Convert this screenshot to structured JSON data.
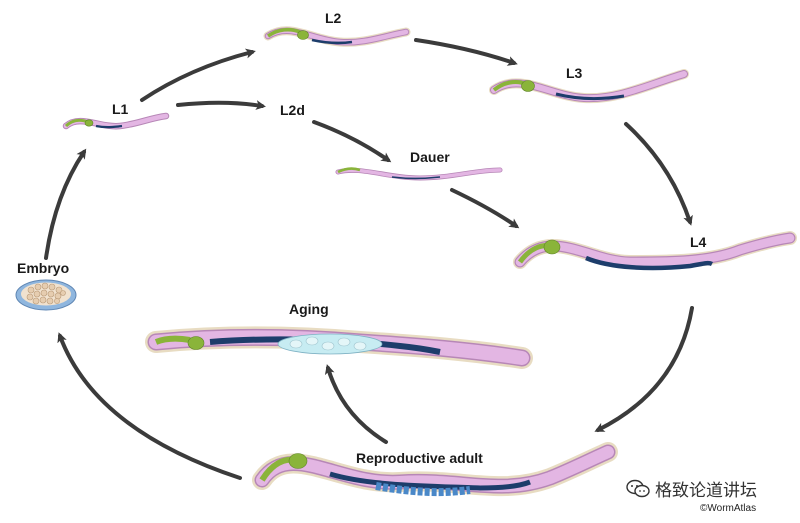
{
  "diagram": {
    "stages": {
      "embryo": "Embryo",
      "l1": "L1",
      "l2": "L2",
      "l2d": "L2d",
      "l3": "L3",
      "dauer": "Dauer",
      "l4": "L4",
      "adult": "Reproductive adult",
      "aging": "Aging"
    }
  },
  "watermark": {
    "text": "格致论道讲坛",
    "icon": "wechat-icon"
  },
  "credit": "©WormAtlas",
  "colors": {
    "body": "#e3b6e3",
    "body_outline": "#b787b7",
    "cuticle": "#e8dcc2",
    "pharynx": "#8ab43a",
    "intestine": "#1d3d6b",
    "gonad": "#4a88c8",
    "arrow": "#3b3b3b"
  }
}
